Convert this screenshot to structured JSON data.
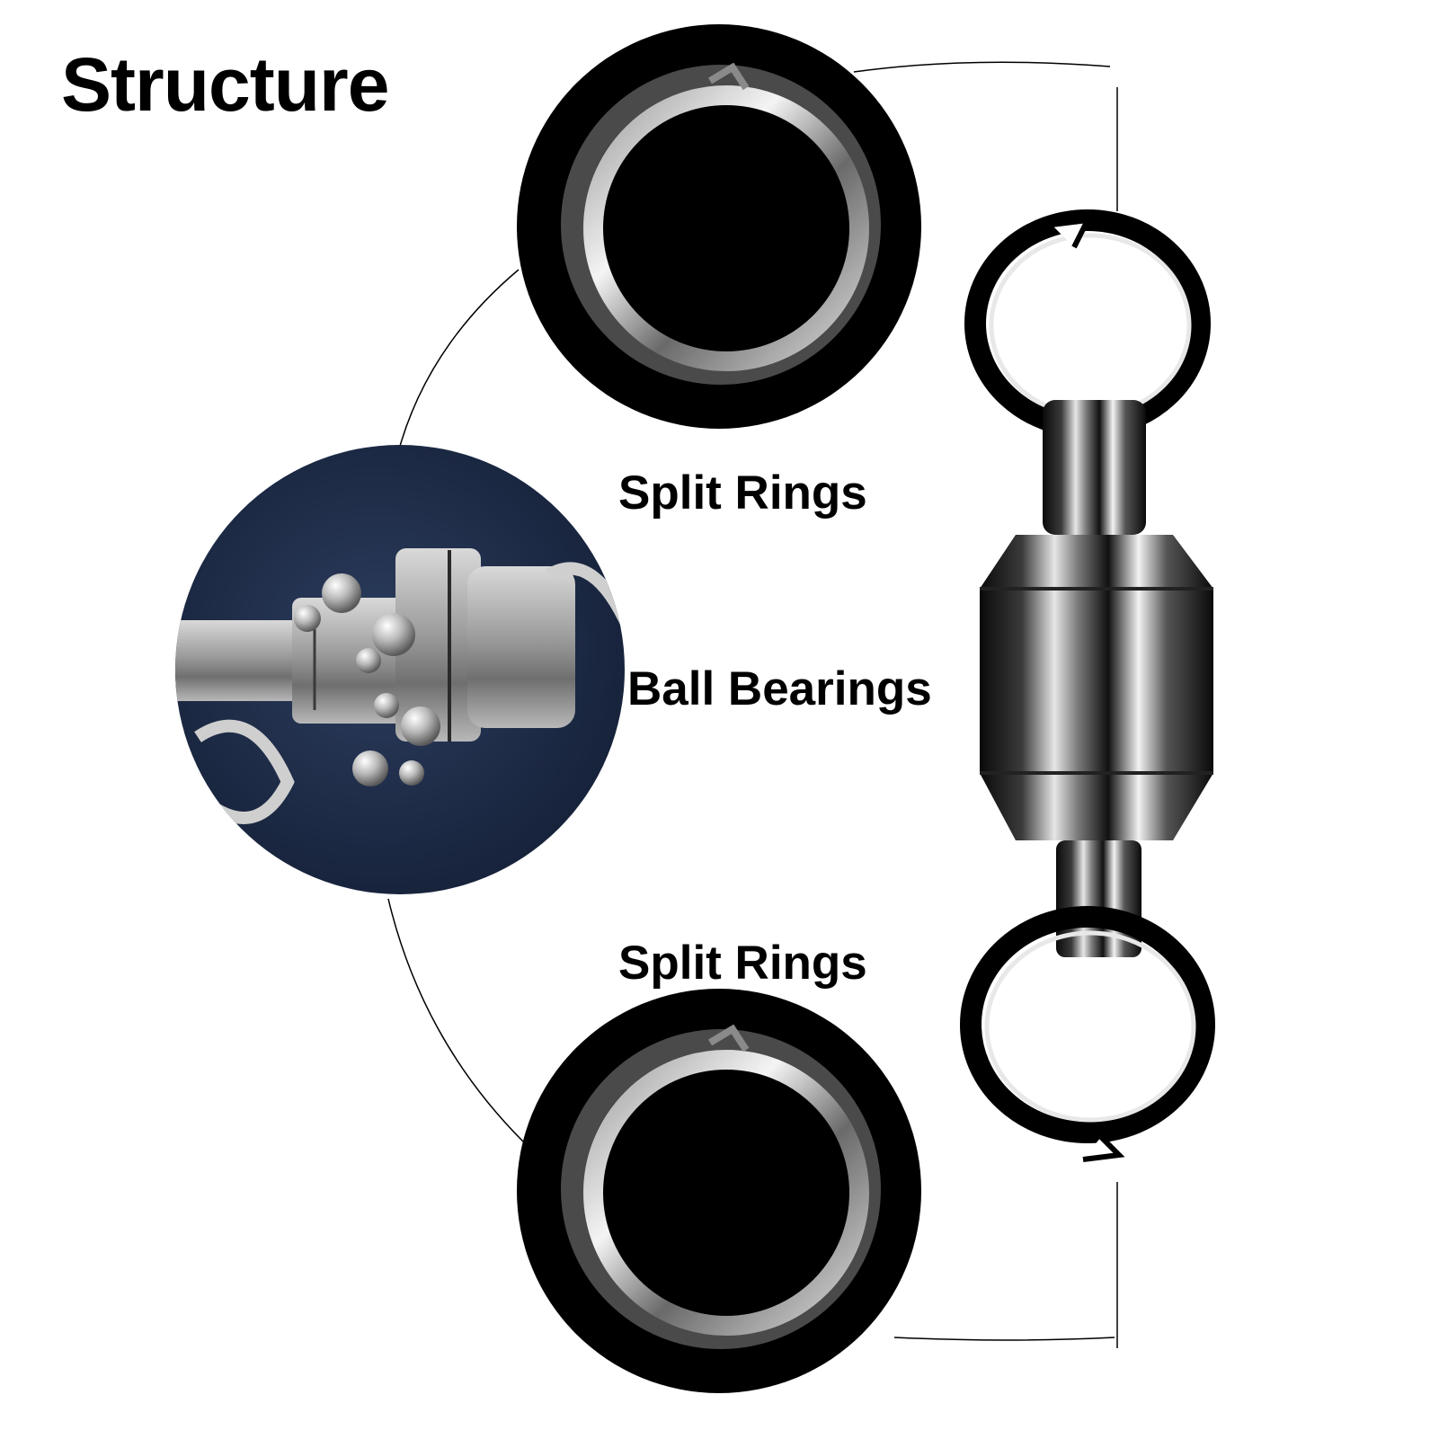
{
  "title": "Structure",
  "labels": {
    "split_rings_top": "Split Rings",
    "ball_bearings": "Ball Bearings",
    "split_rings_bottom": "Split Rings"
  },
  "colors": {
    "background": "#ffffff",
    "text": "#000000",
    "circle_fill": "#000000",
    "bearing_bg": "#1c2a45",
    "metal": "#c8c8c8"
  },
  "icons": {
    "top_detail": "split-ring-icon",
    "middle_detail": "ball-bearing-icon",
    "bottom_detail": "split-ring-icon",
    "product": "ball-bearing-swivel-icon"
  }
}
